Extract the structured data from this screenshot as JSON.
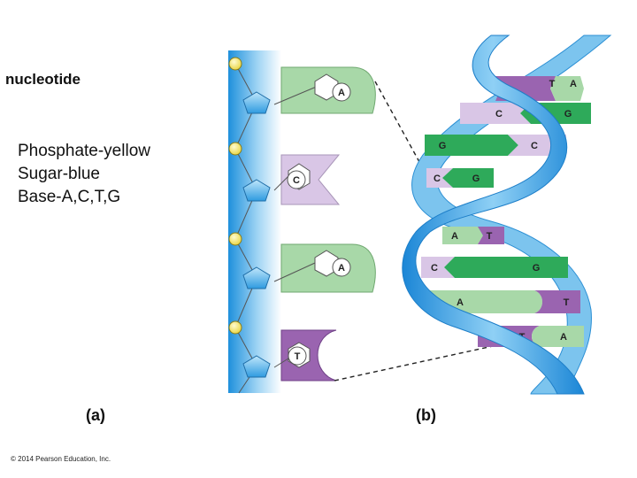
{
  "heading": "nucleotide",
  "legend": {
    "line1": "Phosphate-yellow",
    "line2": "Sugar-blue",
    "line3": "Base-A,C,T,G"
  },
  "panel_a": {
    "label": "(a)",
    "bases": [
      "A",
      "C",
      "A",
      "T"
    ]
  },
  "panel_b": {
    "label": "(b)",
    "base_pairs": [
      {
        "left": "T",
        "right": "A"
      },
      {
        "left": "C",
        "right": "G"
      },
      {
        "left": "G",
        "right": "C"
      },
      {
        "left": "C",
        "right": "G"
      },
      {
        "left": "A",
        "right": "T"
      },
      {
        "left": "C",
        "right": "G"
      },
      {
        "left": "A",
        "right": "T"
      },
      {
        "left": "T",
        "right": "A"
      }
    ]
  },
  "copyright": "© 2014 Pearson Education, Inc.",
  "colors": {
    "phosphate": "#f2e25a",
    "sugar": "#4fb3ea",
    "backbone": "#2b9ae0",
    "base_A": "#a8d8a8",
    "base_T": "#9a64b0",
    "base_C": "#d9c6e6",
    "base_G": "#2eaa5a"
  }
}
